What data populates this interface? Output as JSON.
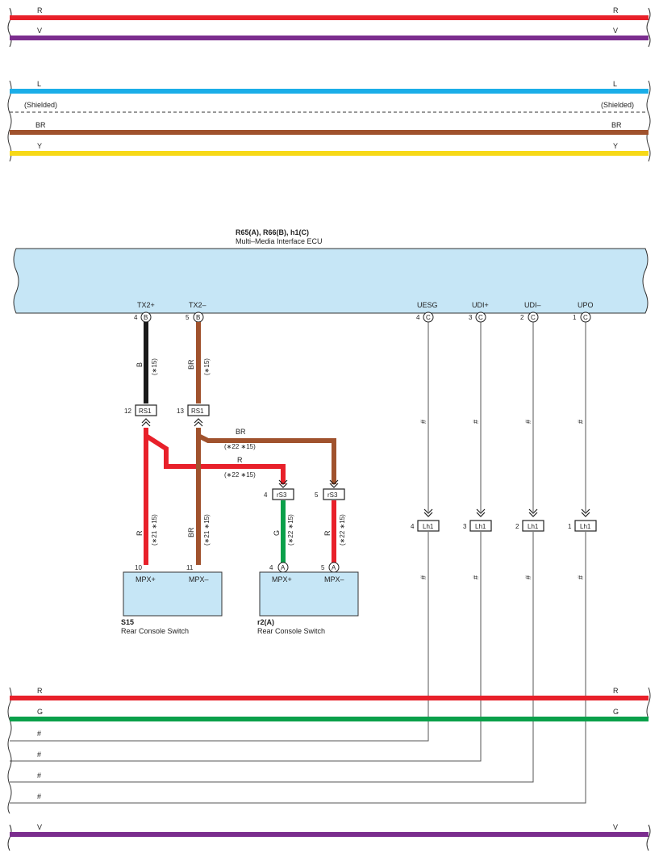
{
  "colors": {
    "R": "#e8202a",
    "V": "#7b2d8e",
    "L": "#1aaee8",
    "BR": "#a0522d",
    "Y": "#f7d917",
    "G": "#0aa04a",
    "B": "#1a1a1a",
    "ecu_fill": "#c6e6f6",
    "wire_thin": "#555555"
  },
  "top_block1": {
    "r_label": "R",
    "v_label": "V"
  },
  "top_block2": {
    "l_label": "L",
    "shielded_label": "(Shielded)",
    "br_label": "BR",
    "y_label": "Y"
  },
  "ecu": {
    "title": "R65(A), R66(B), h1(C)",
    "subtitle": "Multi–Media Interface ECU",
    "pins": [
      {
        "name": "TX2+",
        "num": "4",
        "conn": "B"
      },
      {
        "name": "TX2–",
        "num": "5",
        "conn": "B"
      },
      {
        "name": "UESG",
        "num": "4",
        "conn": "C"
      },
      {
        "name": "UDI+",
        "num": "3",
        "conn": "C"
      },
      {
        "name": "UDI–",
        "num": "2",
        "conn": "C"
      },
      {
        "name": "UPO",
        "num": "1",
        "conn": "C"
      }
    ]
  },
  "wires": {
    "b": "B",
    "br": "BR",
    "r": "R",
    "g": "G",
    "hash": "#",
    "note15": "(∗15)",
    "note2215": "(∗22 ∗15)",
    "note2115": "(∗21 ∗15)"
  },
  "connectors": {
    "rs1": "RS1",
    "rs1_pin_a": "12",
    "rs1_pin_b": "13",
    "rs3": "rS3",
    "rs3_pin_a": "4",
    "rs3_pin_b": "5",
    "lh1": "Lh1",
    "lh1_pins": [
      "4",
      "3",
      "2",
      "1"
    ]
  },
  "s15": {
    "id": "S15",
    "name": "Rear Console Switch",
    "pin1_num": "10",
    "pin1_name": "MPX+",
    "pin2_num": "11",
    "pin2_name": "MPX–"
  },
  "r2": {
    "id": "r2(A)",
    "name": "Rear Console Switch",
    "pin1_num": "4",
    "pin1_conn": "A",
    "pin1_name": "MPX+",
    "pin2_num": "5",
    "pin2_conn": "A",
    "pin2_name": "MPX–"
  },
  "bottom_block": {
    "r_label": "R",
    "g_label": "G",
    "hash_labels": [
      "#",
      "#",
      "#",
      "#"
    ],
    "v_label": "V"
  }
}
